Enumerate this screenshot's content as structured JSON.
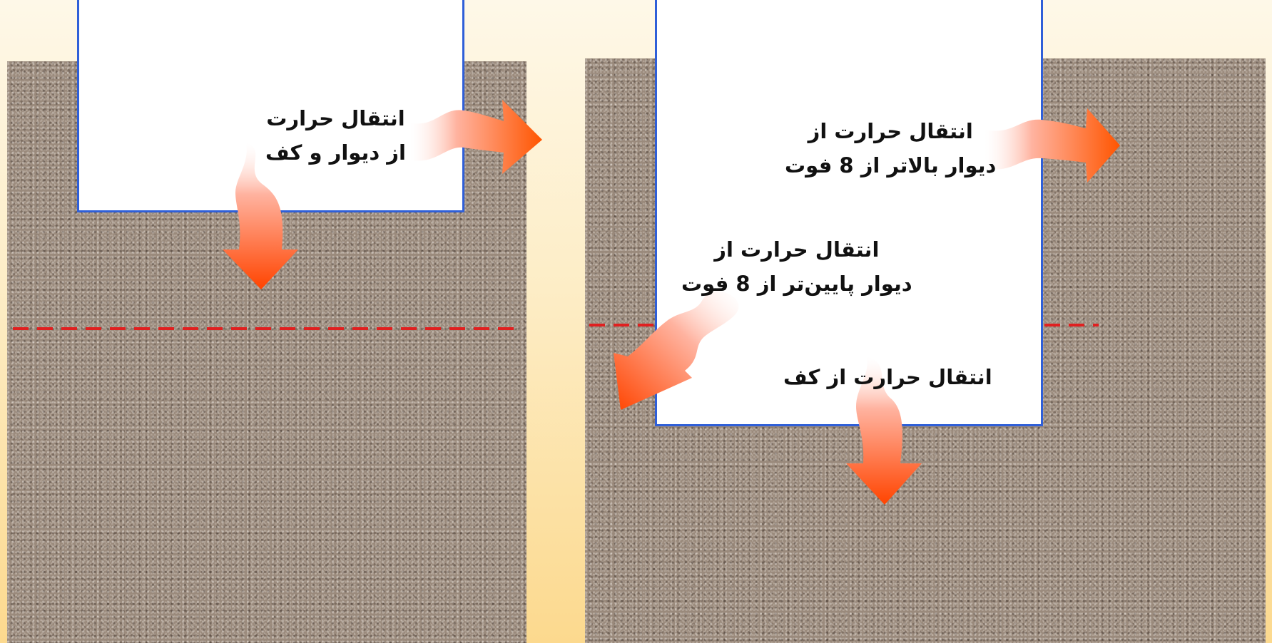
{
  "left_panel": {
    "label_line1": "انتقال حرارت",
    "label_line2": "از دیوار و کف"
  },
  "right_panel": {
    "upper_label_line1": "انتقال حرارت از",
    "upper_label_line2": "دیوار بالاتر از 8 فوت",
    "lower_label_line1": "انتقال حرارت از",
    "lower_label_line2": "دیوار پایین‌تر از 8 فوت",
    "floor_label": "انتقال حرارت از کف"
  },
  "colors": {
    "soil": "#9a8a7c",
    "wall_outline": "#2f5fd8",
    "grade_line": "#e02020",
    "arrow_head": "#ff5500",
    "arrow_tail": "#ffffff"
  }
}
